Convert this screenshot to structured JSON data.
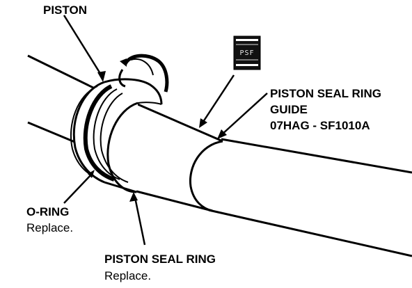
{
  "labels": {
    "piston": "PISTON",
    "guide_line1": "PISTON SEAL RING",
    "guide_line2": "GUIDE",
    "guide_part_no": "07HAG - SF1010A",
    "oring": "O-RING",
    "oring_note": "Replace.",
    "seal_ring": "PISTON SEAL RING",
    "seal_ring_note": "Replace."
  },
  "badge": {
    "icon": "special-tool-icon",
    "text": "PSF"
  },
  "colors": {
    "ink": "#000000",
    "paper": "#ffffff"
  }
}
